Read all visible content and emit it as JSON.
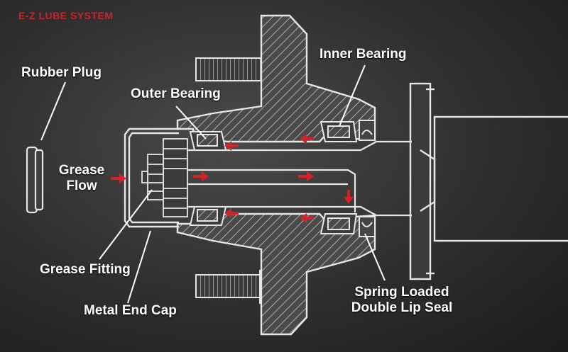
{
  "title": "E-Z LUBE SYSTEM",
  "labels": {
    "rubber_plug": "Rubber Plug",
    "outer_bearing": "Outer Bearing",
    "inner_bearing": "Inner Bearing",
    "grease_flow_line1": "Grease",
    "grease_flow_line2": "Flow",
    "grease_fitting": "Grease Fitting",
    "metal_end_cap": "Metal End Cap",
    "seal_line1": "Spring Loaded",
    "seal_line2": "Double Lip Seal"
  },
  "colors": {
    "line": "#ffffff",
    "arrow": "#d2232a",
    "title": "#c1272d"
  }
}
